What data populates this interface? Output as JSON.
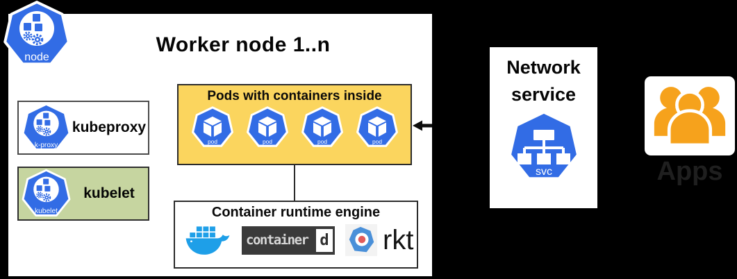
{
  "worker_node": {
    "title": "Worker node 1..n",
    "node_icon_label": "node",
    "kubeproxy": {
      "label": "kubeproxy",
      "icon_label": "k-proxy"
    },
    "kubelet": {
      "label": "kubelet",
      "icon_label": "kubelet"
    },
    "pods_box": {
      "title": "Pods with containers inside",
      "pods": [
        "pod",
        "pod",
        "pod",
        "pod"
      ]
    },
    "runtime_box": {
      "title": "Container runtime engine",
      "docker_icon": "docker-whale-icon",
      "containerd": {
        "text": "container",
        "d": "d"
      },
      "rkt": {
        "text": "rkt"
      }
    }
  },
  "network_service": {
    "title": "Network service",
    "icon_label": "svc"
  },
  "apps": {
    "label": "Apps"
  },
  "colors": {
    "background": "#000000",
    "kubernetes_blue": "#326CE5",
    "pods_yellow": "#FBD55E",
    "kubelet_green": "#C6D5A0",
    "apps_orange": "#F6A21C",
    "docker_blue": "#1E9FE8",
    "containerd_dark": "#3A3A3A",
    "rkt_blue": "#4A90D9",
    "rkt_red": "#E25B5B"
  }
}
